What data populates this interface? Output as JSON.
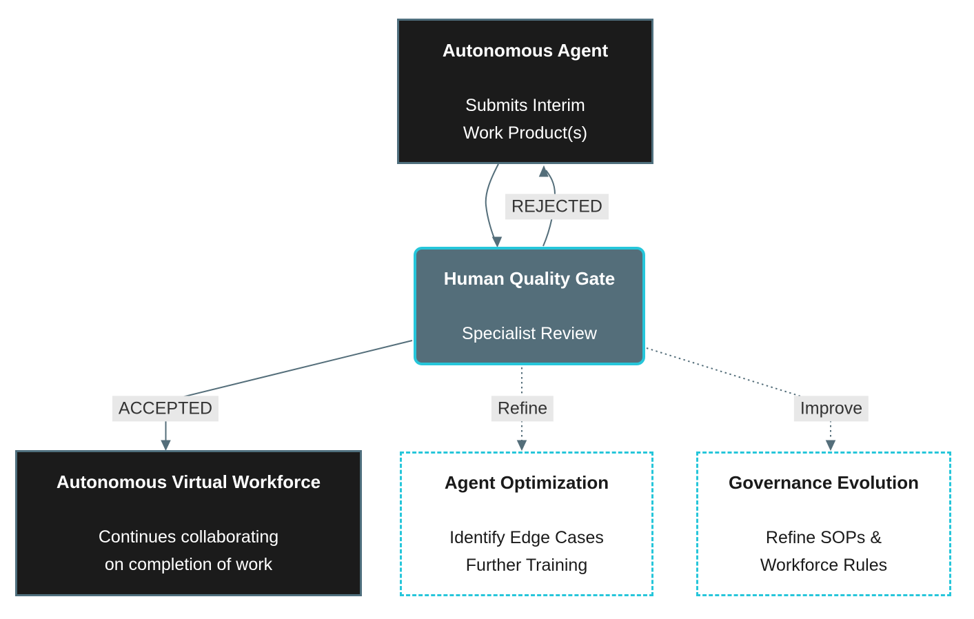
{
  "diagram": {
    "colors": {
      "page_bg": "#ffffff",
      "dark_node_bg": "#1b1b1b",
      "dark_node_border": "#4f6f7d",
      "gate_bg": "#546e7a",
      "accent": "#26c6da",
      "outcome_bg": "#ffffff",
      "edge": "#546e7a",
      "label_bg": "#e8e8e8",
      "label_text": "#333333",
      "light_text": "#ffffff",
      "dark_text": "#1a1a1a"
    },
    "nodes": [
      {
        "id": "autonomous-agent",
        "title": "Autonomous Agent",
        "body": "Submits Interim\nWork Product(s)"
      },
      {
        "id": "human-quality-gate",
        "title": "Human Quality Gate",
        "body": "Specialist Review"
      },
      {
        "id": "autonomous-virtual-workforce",
        "title": "Autonomous Virtual Workforce",
        "body": "Continues collaborating\non completion of work"
      },
      {
        "id": "agent-optimization",
        "title": "Agent Optimization",
        "body": "Identify Edge Cases\nFurther Training"
      },
      {
        "id": "governance-evolution",
        "title": "Governance Evolution",
        "body": "Refine SOPs &\nWorkforce Rules"
      }
    ],
    "edges": [
      {
        "from": "autonomous-agent",
        "to": "human-quality-gate",
        "label": "",
        "style": "solid"
      },
      {
        "from": "human-quality-gate",
        "to": "autonomous-agent",
        "label": "REJECTED",
        "style": "solid"
      },
      {
        "from": "human-quality-gate",
        "to": "autonomous-virtual-workforce",
        "label": "ACCEPTED",
        "style": "solid"
      },
      {
        "from": "human-quality-gate",
        "to": "agent-optimization",
        "label": "Refine",
        "style": "dotted"
      },
      {
        "from": "human-quality-gate",
        "to": "governance-evolution",
        "label": "Improve",
        "style": "dotted"
      }
    ]
  }
}
